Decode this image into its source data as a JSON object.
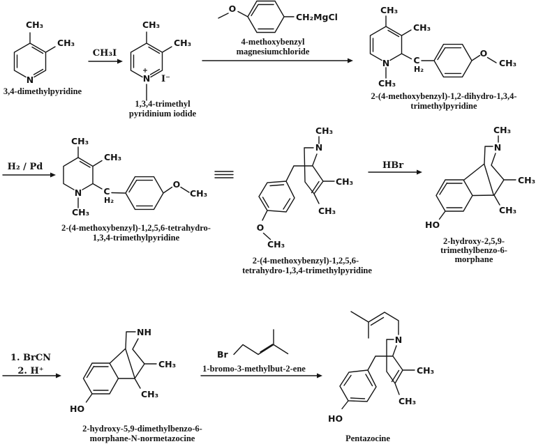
{
  "atoms": {
    "ch3": "CH₃",
    "n": "N",
    "nh": "NH",
    "plus": "+",
    "iodide": "I⁻",
    "c": "C",
    "h2": "H₂",
    "o": "O",
    "ho": "HO",
    "ch2mgcl": "CH₂MgCl",
    "br": "Br"
  },
  "reagents": {
    "step1": "CH₃I",
    "step2a": "4-methoxybenzyl",
    "step2b": "magnesiumchloride",
    "step3": "H₂ / Pd",
    "step4": "HBr",
    "step5a": "1. BrCN",
    "step5b": "2. H⁺",
    "step6": "1-bromo-3-methylbut-2-ene"
  },
  "compounds": {
    "a": "3,4-dimethylpyridine",
    "b1": "1,3,4-trimethyl",
    "b2": "pyridinium iodide",
    "c1": "2-(4-methoxybenzyl)-1,2-dihydro-1,3,4-",
    "c2": "trimethylpyridine",
    "d1": "2-(4-methoxybenzyl)-1,2,5,6-tetrahydro-",
    "d2": "1,3,4-trimethylpyridine",
    "e1": "2-(4-methoxybenzyl)-1,2,5,6-",
    "e2": "tetrahydro-1,3,4-trimethylpyridine",
    "f1": "2-hydroxy-2,5,9-",
    "f2": "trimethylbenzo-6-",
    "f3": "morphane",
    "g1": "2-hydroxy-5,9-dimethylbenzo-6-",
    "g2": "morphane-N-normetazocine",
    "h": "Pentazocine"
  }
}
